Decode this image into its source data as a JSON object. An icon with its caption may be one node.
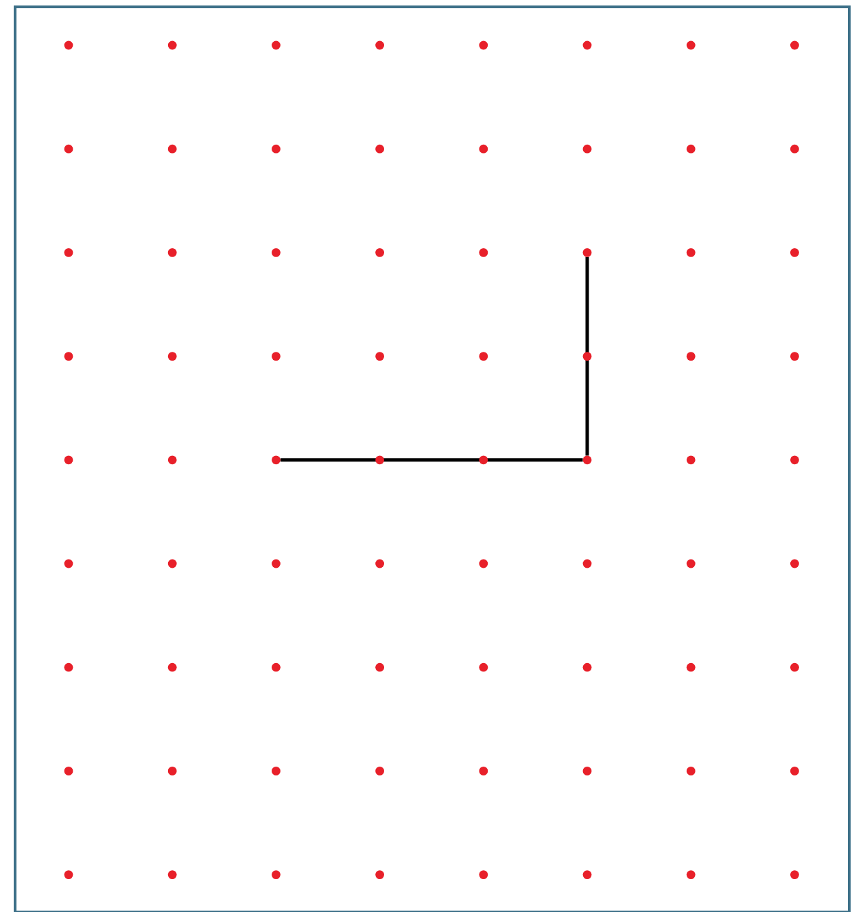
{
  "diagram": {
    "nodes": [
      {
        "text": [],
        "shape": "circle"
      },
      {
        "text": [],
        "shape": "circle"
      },
      {
        "text": [],
        "shape": "circle"
      },
      {
        "text": [],
        "shape": "circle"
      },
      {
        "text": [],
        "shape": "circle"
      },
      {
        "text": [],
        "shape": "circle"
      },
      {
        "text": [],
        "shape": "circle"
      },
      {
        "text": [],
        "shape": "circle"
      },
      {
        "text": [],
        "shape": "circle"
      },
      {
        "text": [],
        "shape": "circle"
      },
      {
        "text": [],
        "shape": "circle"
      },
      {
        "text": [],
        "shape": "circle"
      },
      {
        "text": [],
        "shape": "circle"
      },
      {
        "text": [],
        "shape": "circle"
      },
      {
        "text": [],
        "shape": "circle"
      },
      {
        "text": [],
        "shape": "circle"
      },
      {
        "text": [],
        "shape": "circle"
      },
      {
        "text": [],
        "shape": "circle"
      },
      {
        "text": [],
        "shape": "circle"
      },
      {
        "text": [],
        "shape": "circle"
      },
      {
        "text": [],
        "shape": "circle"
      },
      {
        "text": [],
        "shape": "circle"
      },
      {
        "text": [],
        "shape": "circle"
      },
      {
        "text": [],
        "shape": "circle"
      },
      {
        "text": [],
        "shape": "circle"
      },
      {
        "text": [],
        "shape": "circle"
      },
      {
        "text": [],
        "shape": "circle"
      },
      {
        "text": [],
        "shape": "circle"
      },
      {
        "text": [],
        "shape": "circle"
      },
      {
        "text": [],
        "shape": "circle"
      },
      {
        "text": [],
        "shape": "circle"
      },
      {
        "text": [],
        "shape": "circle"
      },
      {
        "text": [],
        "shape": "circle"
      },
      {
        "text": [],
        "shape": "circle"
      },
      {
        "text": [],
        "shape": "circle"
      },
      {
        "text": [],
        "shape": "circle"
      },
      {
        "text": [],
        "shape": "circle"
      },
      {
        "text": [],
        "shape": "circle"
      },
      {
        "text": [],
        "shape": "circle"
      },
      {
        "text": [],
        "shape": "circle"
      },
      {
        "text": [],
        "shape": "circle"
      },
      {
        "text": [],
        "shape": "circle"
      },
      {
        "text": [],
        "shape": "circle"
      },
      {
        "text": [],
        "shape": "circle"
      },
      {
        "text": [],
        "shape": "circle"
      },
      {
        "text": [],
        "shape": "circle"
      },
      {
        "text": [],
        "shape": "circle"
      },
      {
        "text": [],
        "shape": "circle"
      },
      {
        "text": [],
        "shape": "circle"
      },
      {
        "text": [],
        "shape": "circle"
      },
      {
        "text": [],
        "shape": "circle"
      },
      {
        "text": [],
        "shape": "circle"
      },
      {
        "text": [],
        "shape": "circle"
      },
      {
        "text": [],
        "shape": "circle"
      },
      {
        "text": [],
        "shape": "circle"
      },
      {
        "text": [],
        "shape": "circle"
      },
      {
        "text": [],
        "shape": "circle"
      },
      {
        "text": [],
        "shape": "circle"
      },
      {
        "text": [],
        "shape": "circle"
      },
      {
        "text": [],
        "shape": "circle"
      },
      {
        "text": [],
        "shape": "circle"
      },
      {
        "text": [],
        "shape": "circle"
      },
      {
        "text": [],
        "shape": "circle"
      },
      {
        "text": [],
        "shape": "circle"
      },
      {
        "text": [],
        "shape": "circle"
      },
      {
        "text": [],
        "shape": "circle"
      },
      {
        "text": [],
        "shape": "circle"
      },
      {
        "text": [],
        "shape": "circle"
      },
      {
        "text": [],
        "shape": "circle"
      },
      {
        "text": [],
        "shape": "circle"
      },
      {
        "text": [],
        "shape": "circle"
      },
      {
        "text": [],
        "shape": "circle"
      }
    ],
    "edges": [
      {
        "from": 34,
        "to": 37,
        "arrow": "none"
      },
      {
        "from": 37,
        "to": 21,
        "arrow": "none"
      }
    ]
  }
}
